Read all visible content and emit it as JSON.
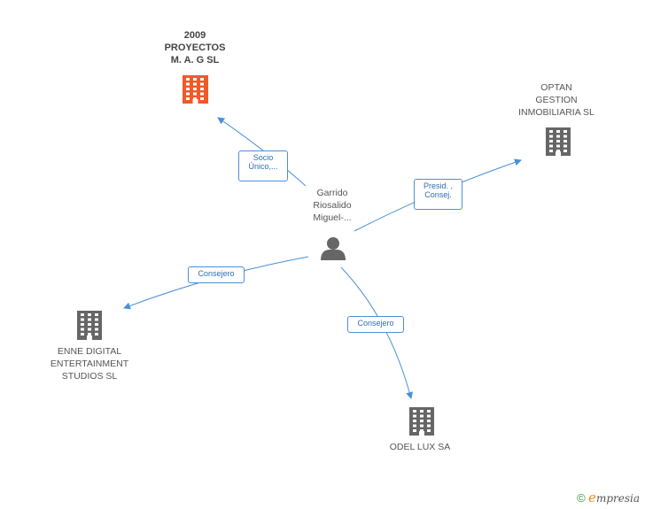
{
  "nodes": {
    "center_person": {
      "label": "Garrido\nRiosalido\nMiguel-..."
    },
    "company_2009": {
      "label": "2009\nPROYECTOS\nM.  A. G SL",
      "color": "#f05a28"
    },
    "optan": {
      "label": "OPTAN\nGESTION\nINMOBILIARIA SL",
      "color": "#666666"
    },
    "enne": {
      "label": "ENNE DIGITAL\nENTERTAINMENT\nSTUDIOS  SL",
      "color": "#666666"
    },
    "odel": {
      "label": "ODEL LUX SA",
      "color": "#666666"
    }
  },
  "edges": {
    "to_2009": {
      "label": "Socio\nÚnico,..."
    },
    "to_optan": {
      "label": "Presid. ,\nConsej."
    },
    "to_enne": {
      "label": "Consejero"
    },
    "to_odel": {
      "label": "Consejero"
    }
  },
  "colors": {
    "edge": "#4a90d9",
    "person": "#666666"
  },
  "footer": {
    "copyright": "©",
    "brand_initial": "e",
    "brand_rest": "mpresia"
  }
}
